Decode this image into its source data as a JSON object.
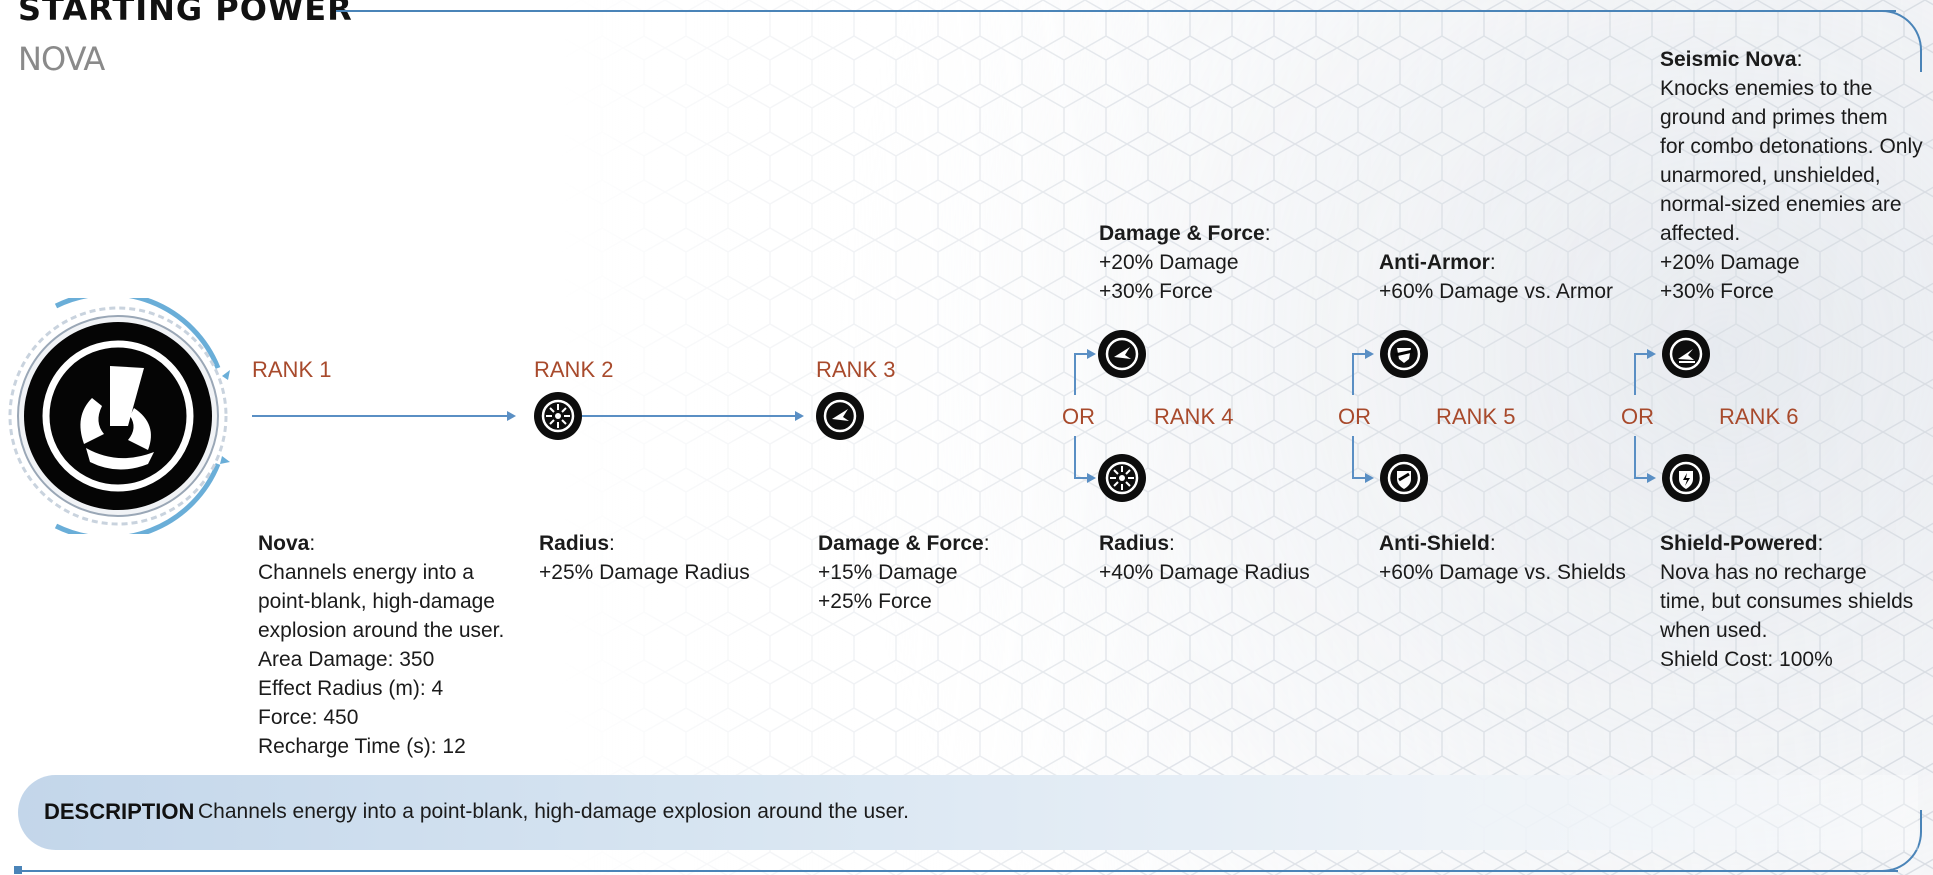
{
  "header": {
    "title": "STARTING POWER",
    "subtitle": "NOVA"
  },
  "power": {
    "icon_name": "nova-power-icon",
    "accent_color": "#a84a2c",
    "line_color": "#5a8fc4"
  },
  "ranks": {
    "rank1": {
      "label": "RANK 1"
    },
    "rank2": {
      "label": "RANK 2",
      "icon": "radius-icon"
    },
    "rank3": {
      "label": "RANK 3",
      "icon": "damage-force-icon"
    },
    "rank4": {
      "label": "RANK 4",
      "or": "OR",
      "top_icon": "damage-force-icon",
      "bottom_icon": "radius-icon"
    },
    "rank5": {
      "label": "RANK 5",
      "or": "OR",
      "top_icon": "anti-armor-icon",
      "bottom_icon": "anti-shield-icon"
    },
    "rank6": {
      "label": "RANK 6",
      "or": "OR",
      "top_icon": "seismic-nova-icon",
      "bottom_icon": "shield-powered-icon"
    }
  },
  "details": {
    "rank1": {
      "head": "Nova",
      "lines": [
        "Channels energy into a",
        "point-blank, high-damage",
        "explosion around the user.",
        "Area Damage: 350",
        "Effect Radius (m): 4",
        "Force: 450",
        "Recharge Time (s): 12"
      ]
    },
    "rank2": {
      "head": "Radius",
      "lines": [
        "+25% Damage Radius"
      ]
    },
    "rank3": {
      "head": "Damage & Force",
      "lines": [
        "+15% Damage",
        "+25% Force"
      ]
    },
    "rank4_top": {
      "head": "Damage & Force",
      "lines": [
        "+20% Damage",
        "+30% Force"
      ]
    },
    "rank4_bottom": {
      "head": "Radius",
      "lines": [
        "+40% Damage Radius"
      ]
    },
    "rank5_top": {
      "head": "Anti-Armor",
      "lines": [
        "+60% Damage vs. Armor"
      ]
    },
    "rank5_bottom": {
      "head": "Anti-Shield",
      "lines": [
        "+60% Damage vs. Shields"
      ]
    },
    "rank6_top": {
      "head": "Seismic Nova",
      "lines": [
        "Knocks enemies to the",
        "ground and primes them",
        "for combo detonations. Only",
        "unarmored, unshielded,",
        "normal-sized enemies are",
        "affected.",
        "+20% Damage",
        "+30% Force"
      ]
    },
    "rank6_bottom": {
      "head": "Shield-Powered",
      "lines": [
        "Nova has no recharge",
        "time, but consumes shields",
        "when used.",
        "Shield Cost: 100%"
      ]
    }
  },
  "description": {
    "label": "DESCRIPTION",
    "text": "Channels energy into a point-blank, high-damage explosion around the user."
  }
}
